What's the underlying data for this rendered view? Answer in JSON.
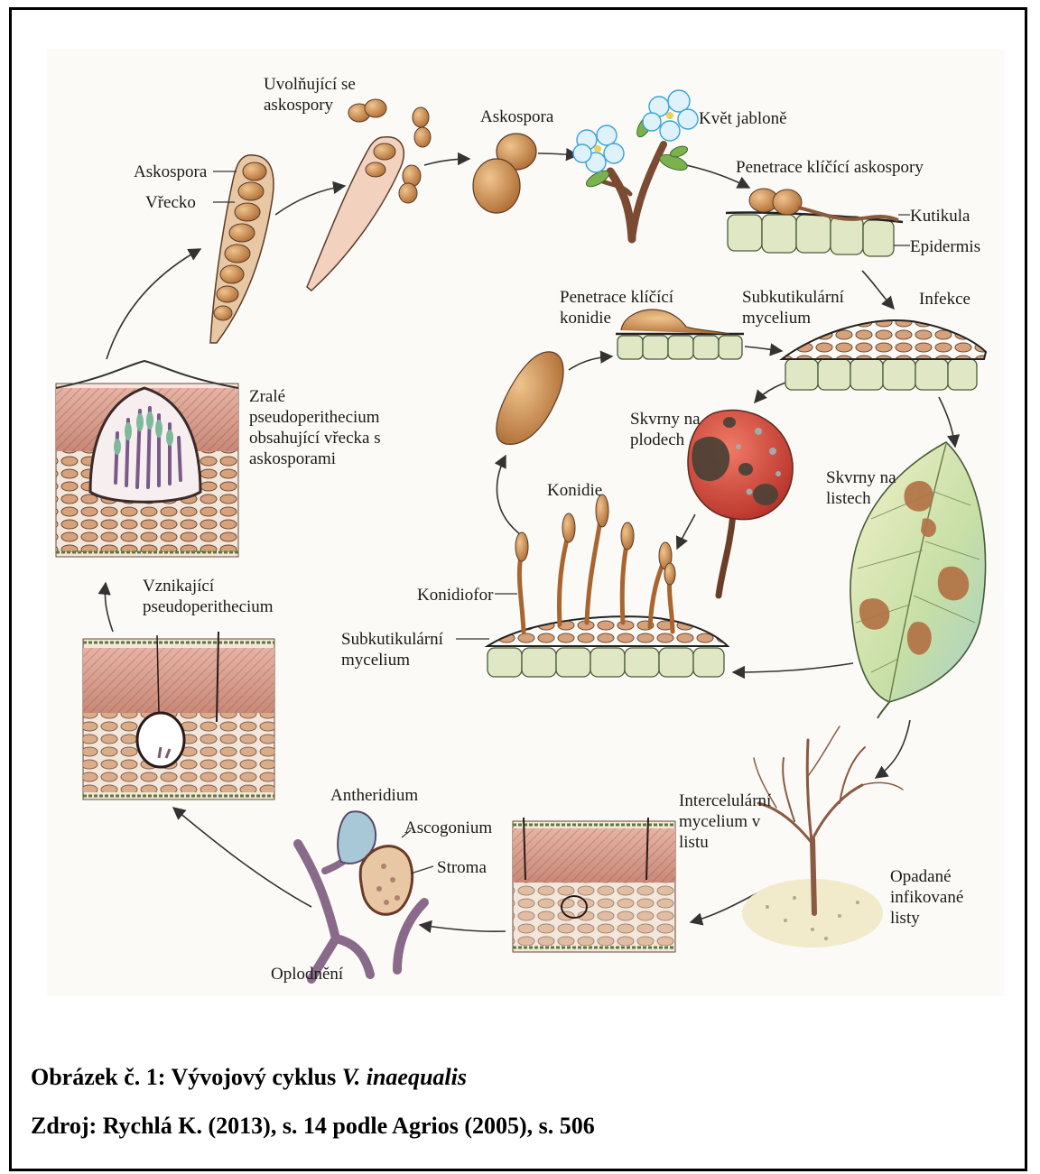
{
  "labels": {
    "uvolnujici": "Uvolňující se\naskospory",
    "askospora_top": "Askospora",
    "kvet": "Květ jabloně",
    "askospora_left": "Askospora",
    "vrecko": "Vřecko",
    "penetrace_askospory": "Penetrace klíčící askospory",
    "kutikula": "Kutikula",
    "epidermis": "Epidermis",
    "penetrace_konidie": "Penetrace klíčící\nkonidie",
    "subkutikularni_top": "Subkutikulární\nmycelium",
    "infekce": "Infekce",
    "zrale": "Zralé\npseudoperithecium\nobsahující vřecka s\naskosporami",
    "skvrny_plody": "Skvrny na\nplodech",
    "skvrny_listy": "Skvrny na\nlistech",
    "konidie": "Konidie",
    "konidiofor": "Konidiofor",
    "subkutikularni_bottom": "Subkutikulární\nmycelium",
    "vznikajici": "Vznikající\npseudoperithecium",
    "antheridium": "Antheridium",
    "ascogonium": "Ascogonium",
    "stroma": "Stroma",
    "intercelularni": "Intercelulární\nmycelium v\nlistu",
    "opadane": "Opadané\ninfikované\nlisty",
    "oplodneni": "Oplodnění"
  },
  "caption": {
    "line1_prefix": "Obrázek č. 1: Vývojový cyklus ",
    "line1_species": "V. inaequalis",
    "line2": "Zdroj: Rychlá K. (2013), s. 14 podle Agrios (2005), s. 506"
  },
  "colors": {
    "spore": "#c98a4e",
    "tissue_pink": "#d99c8f",
    "cell_green": "#dfe7c4",
    "arrow": "#333333",
    "fruit_red": "#d94a3c",
    "leaf_green": "#c8dca0",
    "lesion_brown": "#b27345"
  }
}
